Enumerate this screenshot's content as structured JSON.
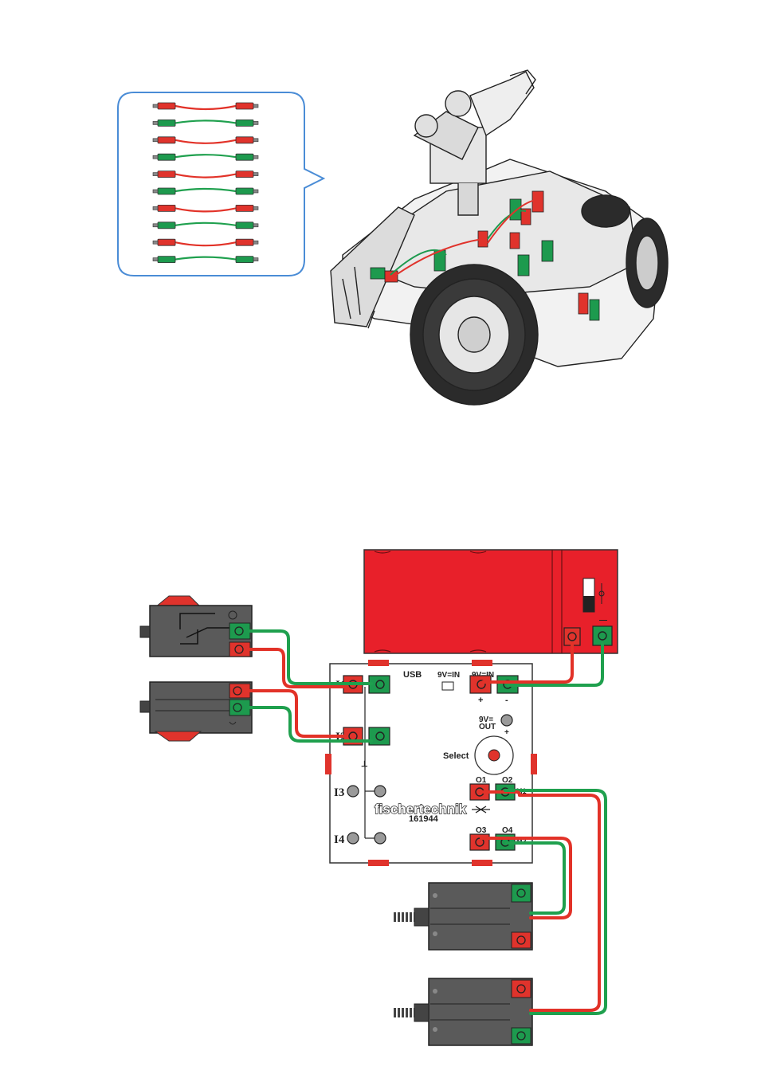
{
  "controller": {
    "labels": {
      "usb": "USB",
      "in_left": "9V=IN",
      "in_right": "9V=IN",
      "plus": "+",
      "minus": "-",
      "out": "9V=",
      "out2": "OUT",
      "out_plus": "+",
      "select": "Select",
      "i1": "I1",
      "i2": "I2",
      "i3": "I3",
      "i4": "I4",
      "o1": "O1",
      "o2": "O2",
      "o3": "O3",
      "o4": "O4",
      "m1": "M1",
      "m2": "M2",
      "brand": "fischertechnik",
      "part": "161944"
    }
  },
  "colors": {
    "red_cable": "#e23228",
    "green_cable": "#1fa04e",
    "battery": "#e8202a",
    "component_grey": "#5a5a5a",
    "plug_red": "#e0332c",
    "plug_green": "#1d9a4e",
    "callout_border": "#4a8cd6"
  },
  "icons": {
    "switch": "push-button-switch-icon",
    "motor": "motor-icon",
    "battery": "battery-pack-icon",
    "cable": "cable-pair-icon"
  }
}
